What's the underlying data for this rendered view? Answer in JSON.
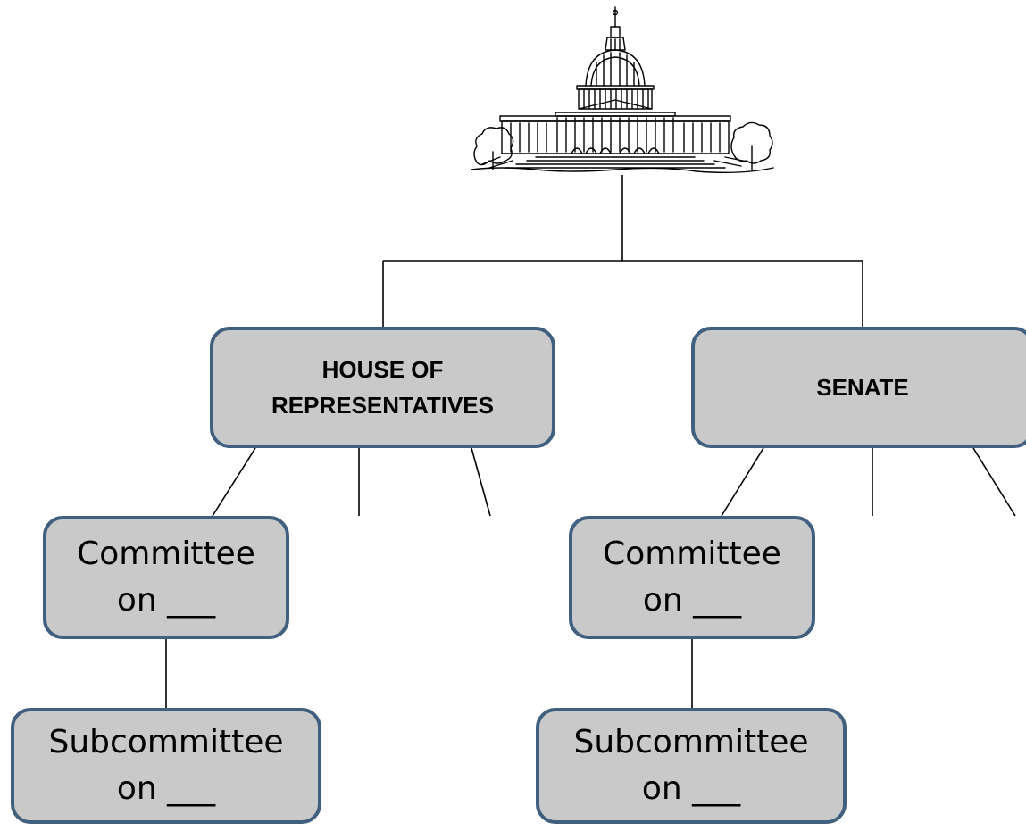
{
  "icons": {
    "top": "capitol-building-icon"
  },
  "colors": {
    "box_fill": "#c9c9c9",
    "box_border": "#41607f",
    "connector": "#000000"
  },
  "chambers": {
    "house": "HOUSE OF\nREPRESENTATIVES",
    "senate": "SENATE"
  },
  "committees": {
    "house": "Committee\non ___",
    "senate": "Committee\non ___"
  },
  "subcommittees": {
    "house": "Subcommittee\non ___",
    "senate": "Subcommittee\non ___"
  }
}
